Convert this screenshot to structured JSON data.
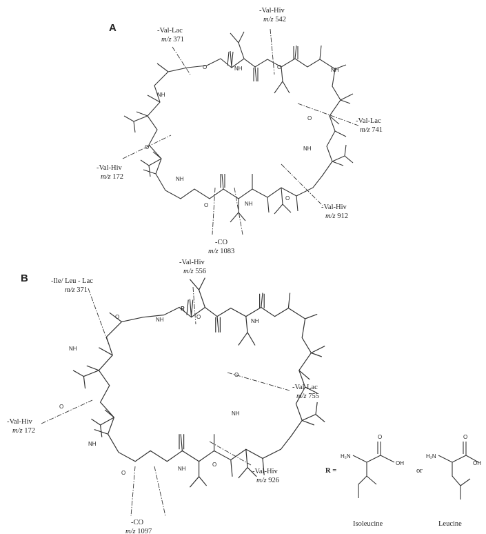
{
  "panels": [
    {
      "id": "A",
      "label": "A",
      "fragments": [
        {
          "loss": "-Val-Lac",
          "mz": "371"
        },
        {
          "loss": "-Val-Hiv",
          "mz": "542"
        },
        {
          "loss": "-Val-Lac",
          "mz": "741"
        },
        {
          "loss": "-Val-Hiv",
          "mz": "912"
        },
        {
          "loss": "-CO",
          "mz": "1083"
        },
        {
          "loss": "-Val-Hiv",
          "mz": "172"
        }
      ]
    },
    {
      "id": "B",
      "label": "B",
      "fragments": [
        {
          "loss": "-Ile/ Leu - Lac",
          "mz": "371"
        },
        {
          "loss": "-Val-Hiv",
          "mz": "556"
        },
        {
          "loss": "-Val-Lac",
          "mz": "755"
        },
        {
          "loss": "-Val-Hiv",
          "mz": "926"
        },
        {
          "loss": "-CO",
          "mz": "1097"
        },
        {
          "loss": "-Val-Hiv",
          "mz": "172"
        }
      ],
      "r_group": {
        "label": "R",
        "equals": "R =",
        "separator": "or",
        "options": [
          {
            "name": "Isoleucine",
            "amine": "H₂N",
            "acid": "OH"
          },
          {
            "name": "Leucine",
            "amine": "H₂N",
            "acid": "OH"
          }
        ]
      }
    }
  ],
  "atoms": {
    "oxygen": "O",
    "amide": "NH"
  },
  "mz_prefix": "m/z"
}
